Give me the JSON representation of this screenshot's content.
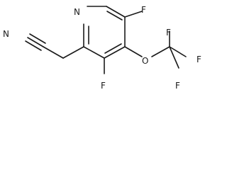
{
  "molecule": {
    "atoms": {
      "ring_nitrogen": "N",
      "nitrile_nitrogen": "N",
      "fluorine_c5": "F",
      "fluorine_c3": "F",
      "oxygen": "O",
      "cf3_fluorine_top": "F",
      "cf3_fluorine_right": "F",
      "cf3_fluorine_bottom": "F"
    }
  },
  "colors": {
    "bond": "#1a1a1a",
    "label": "#1a1a1a",
    "background": "#ffffff"
  }
}
